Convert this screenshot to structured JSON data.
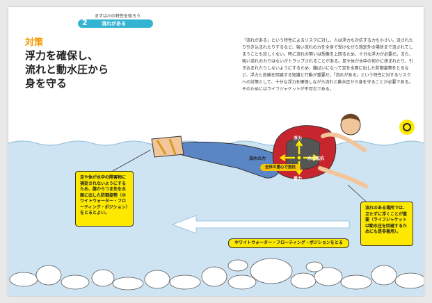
{
  "header": {
    "kicker": "まずは川の特性を知ろう",
    "section_number": "2",
    "section_title": "流れがある"
  },
  "heading": {
    "label": "対策",
    "lines": [
      "浮力を確保し、",
      "流れと動水圧から",
      "身を守る"
    ]
  },
  "body_text": "「流れがある」という特性によるリスクに対し、人は浮力も対抗する力も小さい。流されたり引き込まれたりするなど、強い流れの力を全身で受けながら想定外の場所まで流されてしまうことも珍しくない。時に流れの勢いは想像を上回るため、十分な浮力が必要だ。また、強い流れの力ではないがトラップされることがある。足や体が水中の何かに挟まれたり、引き込まれたりしないようにするため、腹ばいになって足を水面に出した防御姿勢をとるなど、浮力と危険を回避する知識と行動が重要だ。「流れがある」という特性に対するリスクへの対策として、十分な浮力を確保しながら流れと動水圧から身を守ることが必要である。そのためにはライフジャケットが不可欠である。",
  "forces": {
    "buoyancy": "浮力",
    "flow": "流水の力",
    "resistance": "水の抵抗",
    "gravity": "重力",
    "vortex": "全体の重心で抵抗"
  },
  "callouts": {
    "left": "足や体が水中の障害物に捕捉されないようにするため、膝からつま先を水面に出した防御姿勢（ホワイトウォーター・フローティング・ポジション）をとるとよい。",
    "right": "流れのある場所では、立たずに浮くことが重要（ライフジャケットは動水圧を回避するためにも是非着用）。"
  },
  "caption": "ホワイトウォーター・フローティング・ポジションをとる",
  "colors": {
    "accent_orange": "#f39800",
    "section_blue": "#34b3d3",
    "callout_yellow": "#fde900",
    "water_blue": "#cfe4f2",
    "jacket_red": "#c8262e"
  }
}
